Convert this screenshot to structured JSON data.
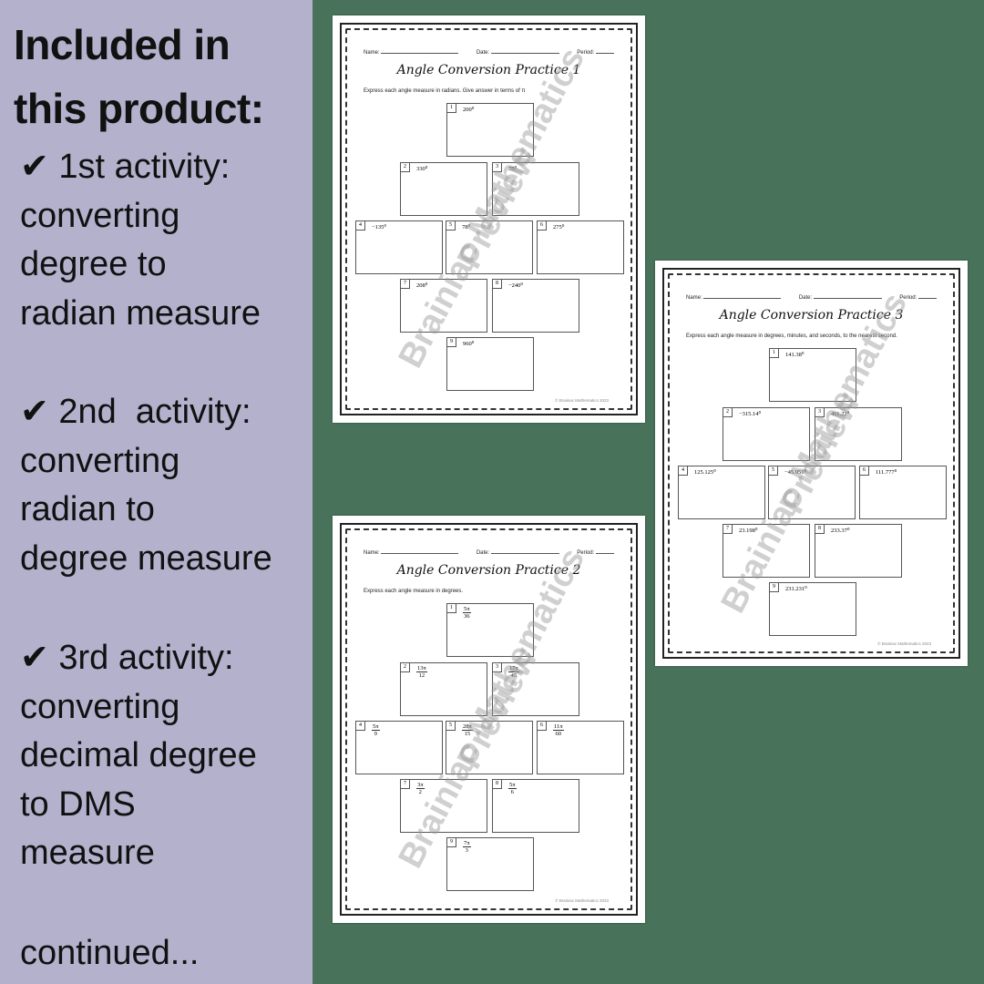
{
  "colors": {
    "left_panel": "#b3b1cc",
    "background": "#48725a"
  },
  "heading": [
    "Included in",
    "this product:"
  ],
  "activities": [
    {
      "lines": [
        "✔ 1st activity:",
        "converting",
        "degree to",
        "radian measure"
      ]
    },
    {
      "lines": [
        "✔ 2nd  activity:",
        "converting",
        "radian to",
        "degree measure"
      ]
    },
    {
      "lines": [
        "✔ 3rd activity:",
        "converting",
        "decimal degree",
        "to DMS",
        "measure"
      ]
    }
  ],
  "footer": "continued...",
  "sheets": [
    {
      "title": "Angle Conversion Practice 1",
      "instruction": "Express each angle measure in radians.  Give answer in terms of π",
      "items": [
        "200⁰",
        "330⁰",
        "75⁰",
        "−135⁰",
        "78⁰",
        "275⁰",
        "208⁰",
        "−240⁰",
        "960⁰"
      ]
    },
    {
      "title": "Angle Conversion Practice 2",
      "instruction": "Express each angle measure in degrees.",
      "fractions": [
        [
          "5π",
          "36"
        ],
        [
          "13π",
          "12"
        ],
        [
          "17π",
          "45"
        ],
        [
          "5π",
          "9"
        ],
        [
          "28π",
          "15"
        ],
        [
          "11π",
          "60"
        ],
        [
          "3π",
          "2"
        ],
        [
          "5π",
          "6"
        ],
        [
          "7π",
          "3"
        ]
      ]
    },
    {
      "title": "Angle Conversion Practice 3",
      "instruction": "Express each angle measure in degrees, minutes, and seconds, to the nearest second.",
      "items": [
        "141.38⁰",
        "−315.14⁰",
        "411.22⁰",
        "125.125⁰",
        "−45.951⁰",
        "111.777⁰",
        "23.198⁰",
        "233.37⁰",
        "231.231⁰"
      ]
    }
  ],
  "sheet_labels": {
    "name": "Name:",
    "date": "Date:",
    "period": "Period:",
    "copyright": "© Brainiac Mathematics 2023"
  },
  "watermark": {
    "line1": "Brainiac Mathematics",
    "line2": "Preview"
  }
}
